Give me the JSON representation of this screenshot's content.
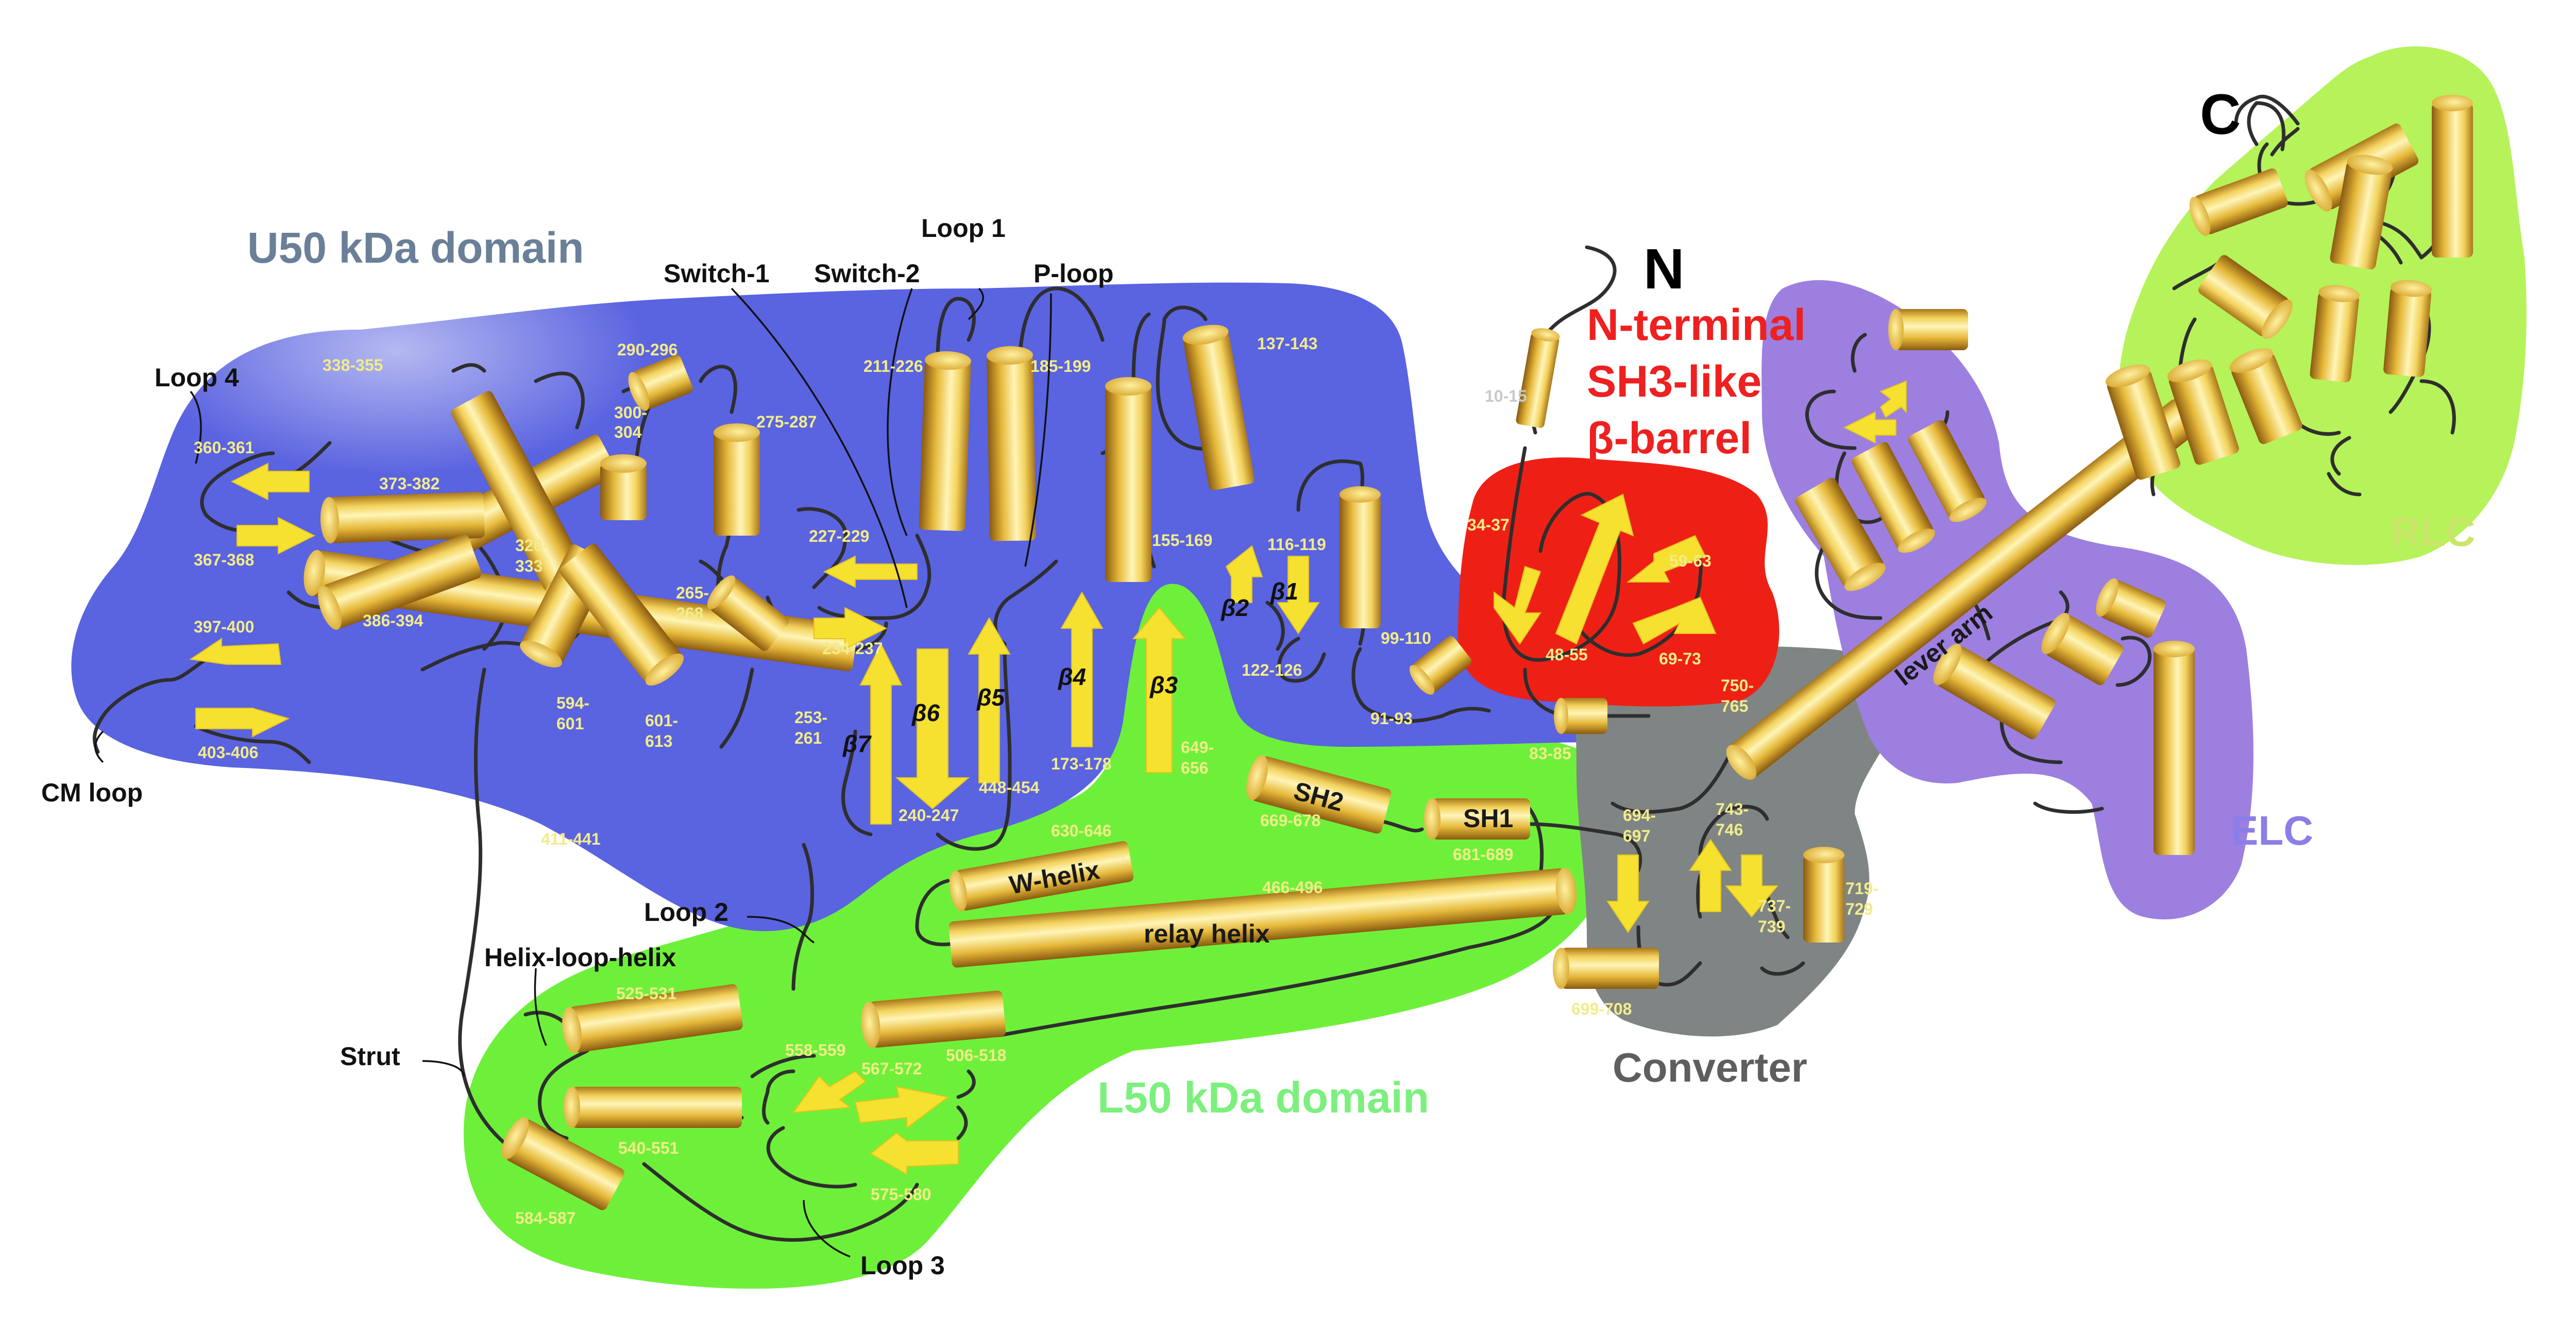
{
  "colors": {
    "u50_region": "#5a63e0",
    "l50_region": "#6ef03a",
    "sh3_region": "#ee2015",
    "converter_region": "#7f8584",
    "elc_region": "#9d7fe0",
    "rlc_region": "#b6f25a",
    "helix": "#e8c23a",
    "strand": "#f6e030",
    "chain": "#2e2e2e"
  },
  "domains": {
    "u50": "U50 kDa domain",
    "l50": "L50 kDa domain",
    "sh3_line1": "N-terminal",
    "sh3_line2": "SH3-like",
    "sh3_line3": "β-barrel",
    "converter": "Converter",
    "elc": "ELC",
    "rlc": "RLC"
  },
  "termini": {
    "n": "N",
    "c": "C"
  },
  "callouts": {
    "loop4": "Loop 4",
    "switch1": "Switch-1",
    "switch2": "Switch-2",
    "loop1": "Loop 1",
    "ploop": "P-loop",
    "cmloop": "CM loop",
    "loop2": "Loop 2",
    "hlh": "Helix-loop-helix",
    "strut": "Strut",
    "loop3": "Loop 3"
  },
  "helix_names": {
    "lever": "lever arm",
    "relay": "relay helix",
    "whelix": "W-helix",
    "sh1": "SH1",
    "sh2": "SH2"
  },
  "residue_labels": {
    "r338": "338-355",
    "r290": "290-296",
    "r300a": "300-",
    "r300b": "304",
    "r275": "275-287",
    "r211": "211-226",
    "r185": "185-199",
    "r137": "137-143",
    "r360": "360-361",
    "r373": "373-382",
    "r367": "367-368",
    "r320a": "320-",
    "r320b": "333",
    "r227": "227-229",
    "r155": "155-169",
    "r116": "116-119",
    "r386": "386-394",
    "r397": "397-400",
    "r265a": "265-",
    "r265b": "268",
    "r234": "234-237",
    "r122": "122-126",
    "r99": "99-110",
    "r91": "91-93",
    "r83": "83-85",
    "r594a": "594-",
    "r594b": "601",
    "r601a": "601-",
    "r601b": "613",
    "r253a": "253-",
    "r253b": "261",
    "r448": "448-454",
    "r173": "173-178",
    "r240": "240-247",
    "r403": "403-406",
    "r411": "411-441",
    "r649a": "649-",
    "r649b": "656",
    "r630": "630-646",
    "r669": "669-678",
    "r681": "681-689",
    "r466": "466-496",
    "r525": "525-531",
    "r506": "506-518",
    "r558": "558-559",
    "r567": "567-572",
    "r540": "540-551",
    "r575": "575-580",
    "r584": "584-587",
    "r10": "10-15",
    "r34": "34-37",
    "r48": "48-55",
    "r59": "59-63",
    "r69": "69-73",
    "r750a": "750-",
    "r750b": "765",
    "r694a": "694-",
    "r694b": "697",
    "r743a": "743-",
    "r743b": "746",
    "r737a": "737-",
    "r737b": "739",
    "r719a": "719-",
    "r719b": "729",
    "r699": "699-708"
  },
  "strands": {
    "b1": "β1",
    "b2": "β2",
    "b3": "β3",
    "b4": "β4",
    "b5": "β5",
    "b6": "β6",
    "b7": "β7"
  }
}
